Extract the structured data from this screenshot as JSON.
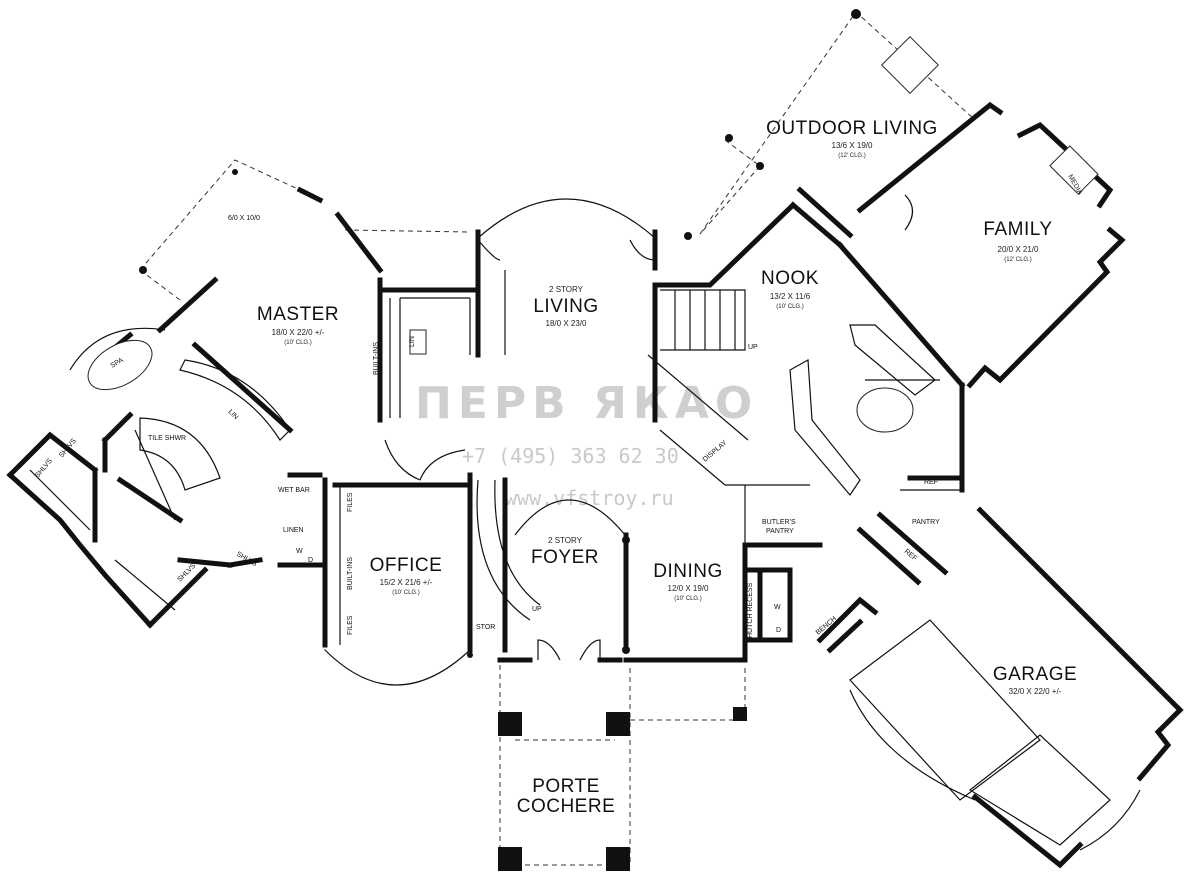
{
  "rooms": {
    "outdoor_living": {
      "name": "OUTDOOR LIVING",
      "dim": "13/6 X 19/0",
      "clg": "(12' CLG.)"
    },
    "family": {
      "name": "FAMILY",
      "dim": "20/0 X 21/0",
      "clg": "(12' CLG.)"
    },
    "nook": {
      "name": "NOOK",
      "dim": "13/2 X 11/6",
      "clg": "(10' CLG.)"
    },
    "living": {
      "pre": "2 STORY",
      "name": "LIVING",
      "dim": "18/0 X 23/0"
    },
    "master": {
      "name": "MASTER",
      "dim": "18/0 X 22/0 +/-",
      "clg": "(10' CLG.)"
    },
    "office": {
      "name": "OFFICE",
      "dim": "15/2 X 21/6 +/-",
      "clg": "(10' CLG.)"
    },
    "foyer": {
      "pre": "2 STORY",
      "name": "FOYER"
    },
    "dining": {
      "name": "DINING",
      "dim": "12/0 X 19/0",
      "clg": "(10' CLG.)"
    },
    "garage": {
      "name": "GARAGE",
      "dim": "32/0 X 22/0 +/-"
    },
    "porte_cochere": {
      "line1": "PORTE",
      "line2": "COCHERE"
    }
  },
  "labels": {
    "closet_dim": "6/0 X 10/0",
    "spa": "SPA",
    "tile_shwr": "TILE SHWR",
    "shlvs_1": "SHLVS",
    "shlvs_2": "SHLVS",
    "shlvs_3": "SHLVS",
    "shlvs_4": "SHLVS",
    "lin_1": "LIN",
    "lin_2": "LIN",
    "linen": "LINEN",
    "wet_bar": "WET BAR",
    "built_ins_1": "BUILT-INS",
    "built_ins_2": "BUILT-INS",
    "files_1": "FILES",
    "files_2": "FILES",
    "w": "W",
    "d": "D",
    "stor": "STOR",
    "up_1": "UP",
    "up_2": "UP",
    "display": "DISPLAY",
    "butlers_pantry": "BUTLER'S",
    "butlers_pantry_2": "PANTRY",
    "hutch_recess": "HUTCH RECESS",
    "ref_1": "REF",
    "ref_2": "REF",
    "pantry": "PANTRY",
    "bench": "BENCH",
    "media": "MEDIA",
    "w2": "W",
    "d2": "D"
  },
  "watermark": {
    "logo": "ПЕРВ ЯКАО",
    "phone": "+7 (495) 363 62 30",
    "site": "www.vfstroy.ru"
  },
  "colors": {
    "wall": "#111111",
    "background": "#ffffff",
    "watermark": "#c9c9c9"
  }
}
